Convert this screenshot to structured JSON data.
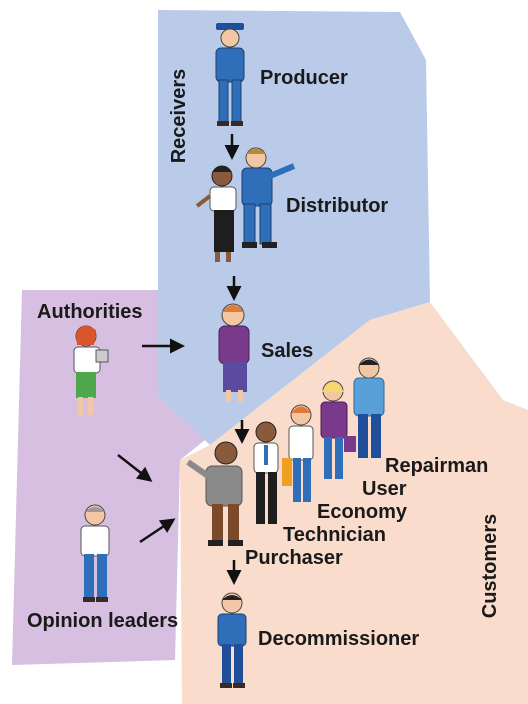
{
  "colors": {
    "receivers_region": "#b9cbe8",
    "authorities_region": "#d6bfe0",
    "customers_region": "#f9dccc",
    "text": "#1a1a1a"
  },
  "regions": {
    "receivers": "Receivers",
    "customers": "Customers"
  },
  "labels": {
    "producer": "Producer",
    "distributor": "Distributor",
    "sales": "Sales",
    "authorities": "Authorities",
    "opinion_leaders": "Opinion leaders",
    "repairman": "Repairman",
    "user": "User",
    "economy": "Economy",
    "technician": "Technician",
    "purchaser": "Purchaser",
    "decommissioner": "Decommissioner"
  },
  "icons": [
    "person-figure-icon",
    "arrow-icon"
  ]
}
